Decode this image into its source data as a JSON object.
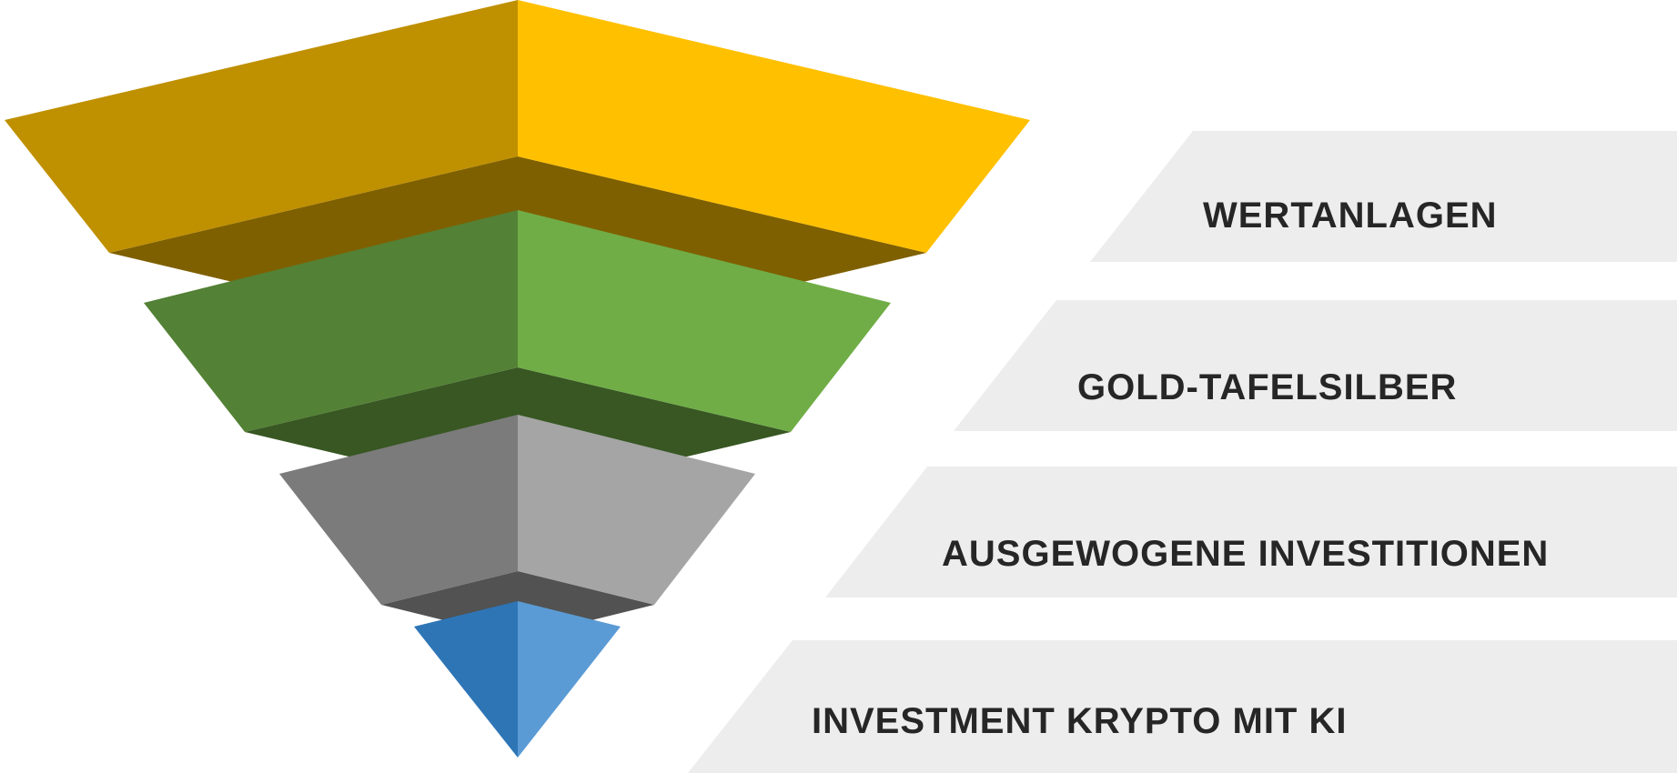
{
  "colors": {
    "background": "#ffffff",
    "label_band": "#ededed",
    "label_text": "#262626",
    "tiers": [
      {
        "left": "#bf9000",
        "right": "#ffc000",
        "bottom": "#7f6000"
      },
      {
        "left": "#538135",
        "right": "#70ad47",
        "bottom": "#385723"
      },
      {
        "left": "#7b7b7b",
        "right": "#a5a5a5",
        "bottom": "#525252"
      },
      {
        "left": "#2e75b6",
        "right": "#5b9bd5",
        "bottom": "#1f4e79"
      }
    ]
  },
  "funnel_icon": "inverted-pyramid-funnel",
  "levels": [
    {
      "label": "WERTANLAGEN"
    },
    {
      "label": "GOLD-TAFELSILBER"
    },
    {
      "label": "AUSGEWOGENE INVESTITIONEN"
    },
    {
      "label": "INVESTMENT KRYPTO MIT KI"
    }
  ]
}
